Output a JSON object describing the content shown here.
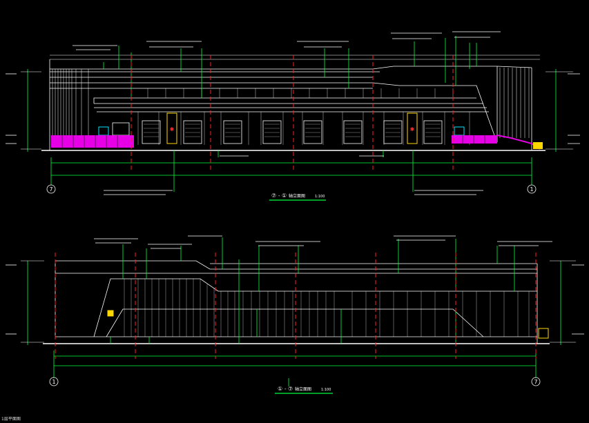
{
  "elev1": {
    "title_a": "⑦",
    "title_b": "①",
    "title_suffix": "轴立面图",
    "scale": "1:100",
    "axis_left": "7",
    "axis_right": "1"
  },
  "elev2": {
    "title_a": "①",
    "title_b": "⑦",
    "title_suffix": "轴立面图",
    "scale": "1:100",
    "axis_left": "1",
    "axis_right": "7"
  },
  "corner_text": "1层平面图"
}
